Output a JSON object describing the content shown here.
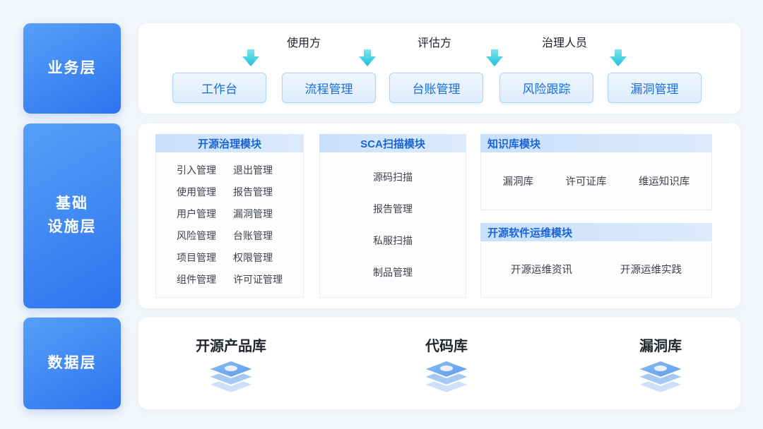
{
  "sidebar": {
    "business": "业务层",
    "infra_line1": "基础",
    "infra_line2": "设施层",
    "data": "数据层"
  },
  "business": {
    "roles": [
      {
        "label": "使用方"
      },
      {
        "label": "评估方"
      },
      {
        "label": "治理人员"
      }
    ],
    "buttons": [
      {
        "label": "工作台"
      },
      {
        "label": "流程管理"
      },
      {
        "label": "台账管理"
      },
      {
        "label": "风险跟踪"
      },
      {
        "label": "漏洞管理"
      }
    ]
  },
  "infrastructure": {
    "governance_module": {
      "title": "开源治理模块",
      "items_left": [
        "引入管理",
        "使用管理",
        "用户管理",
        "风险管理",
        "项目管理",
        "组件管理"
      ],
      "items_right": [
        "退出管理",
        "报告管理",
        "漏洞管理",
        "台账管理",
        "权限管理",
        "许可证管理"
      ]
    },
    "sca_module": {
      "title": "SCA扫描模块",
      "items": [
        "源码扫描",
        "报告管理",
        "私服扫描",
        "制品管理"
      ]
    },
    "knowledge_module": {
      "title": "知识库模块",
      "items": [
        "漏洞库",
        "许可证库",
        "维运知识库"
      ]
    },
    "ops_module": {
      "title": "开源软件运维模块",
      "items": [
        "开源运维资讯",
        "开源运维实践"
      ]
    }
  },
  "data_layer": {
    "items": [
      {
        "label": "开源产品库"
      },
      {
        "label": "代码库"
      },
      {
        "label": "漏洞库"
      }
    ]
  },
  "colors": {
    "layer_block_blue": "#3b82f4",
    "button_text_blue": "#1a6ede",
    "button_bg": "#e8f3fe",
    "module_header_bg": "#cfe3fa",
    "module_header_text": "#1a64d8",
    "arrow_teal": "#2ec6da",
    "panel_bg": "#ffffff",
    "page_bg": "#f3f6fa"
  }
}
